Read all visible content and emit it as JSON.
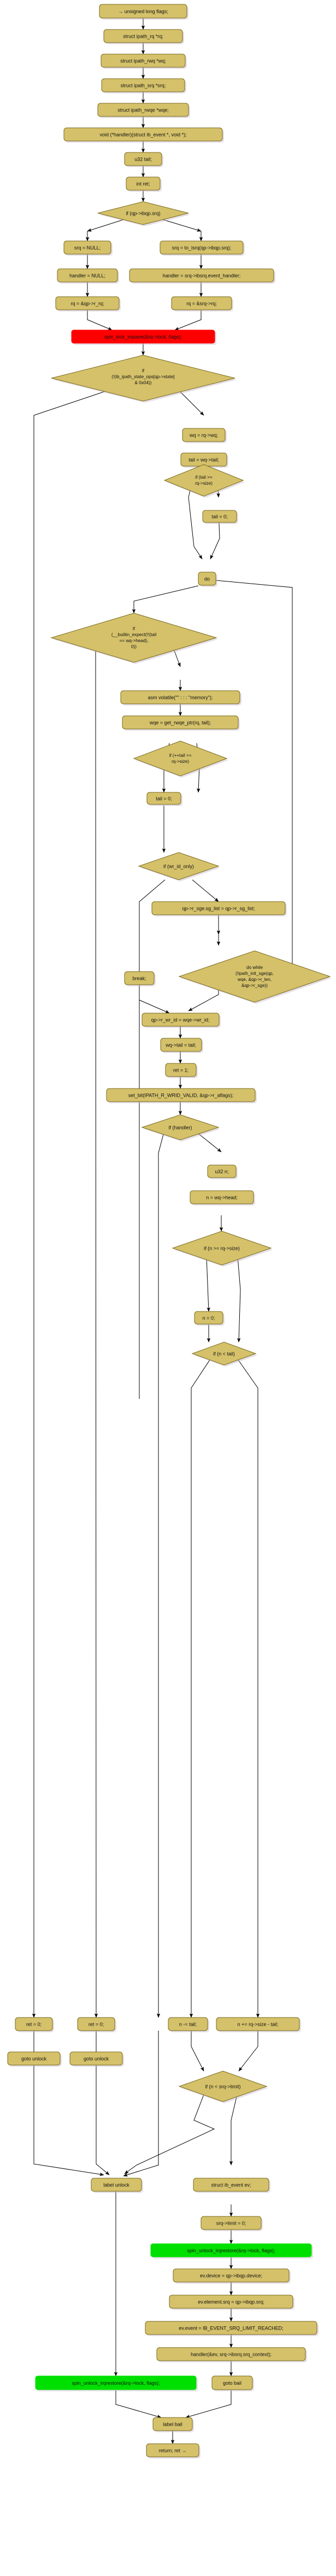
{
  "diagram": {
    "type": "control-flow-graph",
    "title": "ipath_get_rwqe control flow graph",
    "colors": {
      "node_fill": "#d4c16a",
      "node_stroke": "#7a6a1e",
      "lock_fill": "#ff0000",
      "unlock_fill": "#00e000",
      "edge": "#000000",
      "shadow": "#b9bcd0",
      "text": "#101010",
      "background": "#ffffff"
    },
    "shapes": {
      "statement": "rounded-rect",
      "condition": "diamond"
    },
    "nodes": [
      {
        "id": "n1",
        "shape": "rect",
        "fill": "node",
        "text": "→ unsigned long flags;"
      },
      {
        "id": "n2",
        "shape": "rect",
        "fill": "node",
        "text": "struct ipath_rq *rq;"
      },
      {
        "id": "n3",
        "shape": "rect",
        "fill": "node",
        "text": "struct ipath_rwq *wq;"
      },
      {
        "id": "n4",
        "shape": "rect",
        "fill": "node",
        "text": "struct ipath_srq *srq;"
      },
      {
        "id": "n5",
        "shape": "rect",
        "fill": "node",
        "text": "struct ipath_rwqe *wqe;"
      },
      {
        "id": "n6",
        "shape": "rect",
        "fill": "node",
        "text": "void (*handler)(struct ib_event *, void *);"
      },
      {
        "id": "n7",
        "shape": "rect",
        "fill": "node",
        "text": "u32 tail;"
      },
      {
        "id": "n8",
        "shape": "rect",
        "fill": "node",
        "text": "int ret;"
      },
      {
        "id": "n9",
        "shape": "diamond",
        "fill": "node",
        "text": "if (qp->ibqp.srq)"
      },
      {
        "id": "n10",
        "shape": "rect",
        "fill": "node",
        "text": "srq = NULL;"
      },
      {
        "id": "n11",
        "shape": "rect",
        "fill": "node",
        "text": "srq = to_isrq(qp->ibqp.srq);"
      },
      {
        "id": "n12",
        "shape": "rect",
        "fill": "node",
        "text": "handler = NULL;"
      },
      {
        "id": "n13",
        "shape": "rect",
        "fill": "node",
        "text": "handler = srq->ibsrq.event_handler;"
      },
      {
        "id": "n14",
        "shape": "rect",
        "fill": "node",
        "text": "rq = &qp->r_rq;"
      },
      {
        "id": "n15",
        "shape": "rect",
        "fill": "node",
        "text": "rq = &srq->rq;"
      },
      {
        "id": "n16",
        "shape": "rect",
        "fill": "lock",
        "text": "spin_lock_irqsave(&rq->lock, flags);"
      },
      {
        "id": "n17",
        "shape": "diamond",
        "fill": "node",
        "text": "if\n(!(ib_ipath_state_ops[qp->state]\n& 0x04))"
      },
      {
        "id": "n18",
        "shape": "rect",
        "fill": "node",
        "text": "wq = rq->wq;"
      },
      {
        "id": "n19",
        "shape": "rect",
        "fill": "node",
        "text": "tail = wq->tail;"
      },
      {
        "id": "n20",
        "shape": "diamond",
        "fill": "node",
        "text": "if (tail >=\nrq->size)"
      },
      {
        "id": "n21",
        "shape": "rect",
        "fill": "node",
        "text": "tail = 0;"
      },
      {
        "id": "n22",
        "shape": "rect",
        "fill": "node",
        "text": "do"
      },
      {
        "id": "n23",
        "shape": "diamond",
        "fill": "node",
        "text": "if\n(__builtin_expect(!!(tail\n== wq->head),\n0))"
      },
      {
        "id": "n24",
        "shape": "rect",
        "fill": "node",
        "text": "asm volatile(\"\" : : : \"memory\");"
      },
      {
        "id": "n25",
        "shape": "rect",
        "fill": "node",
        "text": "wqe = get_rwqe_ptr(rq, tail);"
      },
      {
        "id": "n26",
        "shape": "diamond",
        "fill": "node",
        "text": "if (++tail >=\nrq->size)"
      },
      {
        "id": "n27",
        "shape": "rect",
        "fill": "node",
        "text": "tail = 0;"
      },
      {
        "id": "n28",
        "shape": "diamond",
        "fill": "node",
        "text": "if (wr_id_only)"
      },
      {
        "id": "n29",
        "shape": "rect",
        "fill": "node",
        "text": "qp->r_sge.sg_list = qp->r_sg_list;"
      },
      {
        "id": "n30",
        "shape": "rect",
        "fill": "node",
        "text": "break;"
      },
      {
        "id": "n31",
        "shape": "diamond",
        "fill": "node",
        "text": "do while\n(!ipath_init_sge(qp,\nwqe, &qp->r_len,\n&qp->r_sge))"
      },
      {
        "id": "n32",
        "shape": "rect",
        "fill": "node",
        "text": "qp->r_wr_id = wqe->wr_id;"
      },
      {
        "id": "n33",
        "shape": "rect",
        "fill": "node",
        "text": "wq->tail = tail;"
      },
      {
        "id": "n34",
        "shape": "rect",
        "fill": "node",
        "text": "ret = 1;"
      },
      {
        "id": "n35",
        "shape": "rect",
        "fill": "node",
        "text": "set_bit(IPATH_R_WRID_VALID, &qp->r_aflags);"
      },
      {
        "id": "n36",
        "shape": "diamond",
        "fill": "node",
        "text": "if (handler)"
      },
      {
        "id": "n37",
        "shape": "rect",
        "fill": "node",
        "text": "u32 n;"
      },
      {
        "id": "n38",
        "shape": "rect",
        "fill": "node",
        "text": "n = wq->head;"
      },
      {
        "id": "n39",
        "shape": "diamond",
        "fill": "node",
        "text": "if (n >= rq->size)"
      },
      {
        "id": "n40",
        "shape": "rect",
        "fill": "node",
        "text": "n = 0;"
      },
      {
        "id": "n41",
        "shape": "diamond",
        "fill": "node",
        "text": "if (n < tail)"
      },
      {
        "id": "n42",
        "shape": "rect",
        "fill": "node",
        "text": "ret = 0;"
      },
      {
        "id": "n43",
        "shape": "rect",
        "fill": "node",
        "text": "ret = 0;"
      },
      {
        "id": "n44",
        "shape": "rect",
        "fill": "node",
        "text": "n -= tail;"
      },
      {
        "id": "n45",
        "shape": "rect",
        "fill": "node",
        "text": "n += rq->size - tail;"
      },
      {
        "id": "n46",
        "shape": "rect",
        "fill": "node",
        "text": "goto unlock"
      },
      {
        "id": "n47",
        "shape": "rect",
        "fill": "node",
        "text": "goto unlock"
      },
      {
        "id": "n48",
        "shape": "diamond",
        "fill": "node",
        "text": "if (n < srq->limit)"
      },
      {
        "id": "n49",
        "shape": "rect",
        "fill": "node",
        "text": "label unlock"
      },
      {
        "id": "n50",
        "shape": "rect",
        "fill": "node",
        "text": "struct ib_event ev;"
      },
      {
        "id": "n51",
        "shape": "rect",
        "fill": "node",
        "text": "srq->limit = 0;"
      },
      {
        "id": "n52",
        "shape": "rect",
        "fill": "unlock",
        "text": "spin_unlock_irqrestore(&rq->lock, flags);"
      },
      {
        "id": "n53",
        "shape": "rect",
        "fill": "node",
        "text": "ev.device = qp->ibqp.device;"
      },
      {
        "id": "n54",
        "shape": "rect",
        "fill": "node",
        "text": "ev.element.srq = qp->ibqp.srq;"
      },
      {
        "id": "n55",
        "shape": "rect",
        "fill": "node",
        "text": "ev.event = IB_EVENT_SRQ_LIMIT_REACHED;"
      },
      {
        "id": "n56",
        "shape": "rect",
        "fill": "node",
        "text": "handler(&ev, srq->ibsrq.srq_context);"
      },
      {
        "id": "n57",
        "shape": "rect",
        "fill": "unlock",
        "text": "spin_unlock_irqrestore(&rq->lock, flags);"
      },
      {
        "id": "n58",
        "shape": "rect",
        "fill": "node",
        "text": "goto bail"
      },
      {
        "id": "n59",
        "shape": "rect",
        "fill": "node",
        "text": "label bail"
      },
      {
        "id": "n60",
        "shape": "rect",
        "fill": "node",
        "text": "return; ret →"
      }
    ]
  }
}
